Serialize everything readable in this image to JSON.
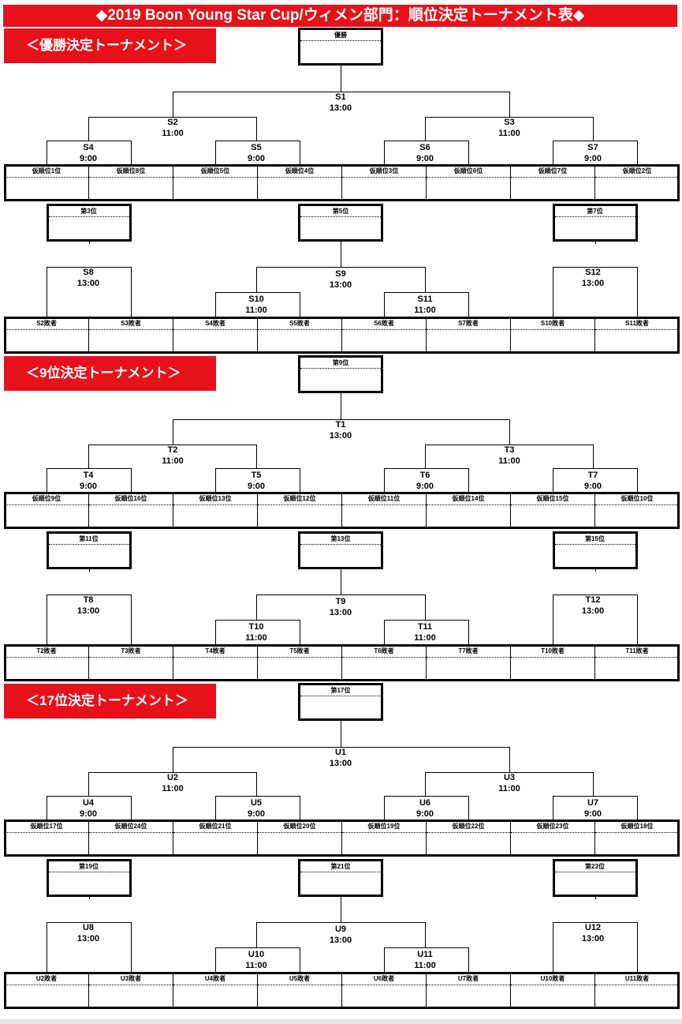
{
  "title": "◆2019 Boon Young Star Cup/ウィメン部門：順位決定トーナメント表◆",
  "sections": [
    {
      "banner": "＜優勝決定トーナメント＞",
      "top_box": "優勝",
      "r1": {
        "name": "S1",
        "time": "13:00"
      },
      "r2": [
        {
          "name": "S2",
          "time": "11:00"
        },
        {
          "name": "S3",
          "time": "11:00"
        }
      ],
      "r3": [
        {
          "name": "S4",
          "time": "9:00"
        },
        {
          "name": "S5",
          "time": "9:00"
        },
        {
          "name": "S6",
          "time": "9:00"
        },
        {
          "name": "S7",
          "time": "9:00"
        }
      ],
      "seeds": [
        "仮順位1位",
        "仮順位8位",
        "仮順位5位",
        "仮順位4位",
        "仮順位3位",
        "仮順位6位",
        "仮順位7位",
        "仮順位2位"
      ],
      "place_boxes": [
        "第3位",
        "第5位",
        "第7位"
      ],
      "cons": [
        {
          "name": "S8",
          "time": "13:00"
        },
        {
          "name": "S9",
          "time": "13:00"
        },
        {
          "name": "S10",
          "time": "11:00"
        },
        {
          "name": "S11",
          "time": "11:00"
        },
        {
          "name": "S12",
          "time": "13:00"
        }
      ],
      "losers": [
        "S2敗者",
        "S3敗者",
        "S4敗者",
        "S5敗者",
        "S6敗者",
        "S7敗者",
        "S10敗者",
        "S11敗者"
      ]
    },
    {
      "banner": "＜9位決定トーナメント＞",
      "top_box": "第9位",
      "r1": {
        "name": "T1",
        "time": "13:00"
      },
      "r2": [
        {
          "name": "T2",
          "time": "11:00"
        },
        {
          "name": "T3",
          "time": "11:00"
        }
      ],
      "r3": [
        {
          "name": "T4",
          "time": "9:00"
        },
        {
          "name": "T5",
          "time": "9:00"
        },
        {
          "name": "T6",
          "time": "9:00"
        },
        {
          "name": "T7",
          "time": "9:00"
        }
      ],
      "seeds": [
        "仮順位9位",
        "仮順位16位",
        "仮順位13位",
        "仮順位12位",
        "仮順位11位",
        "仮順位14位",
        "仮順位15位",
        "仮順位10位"
      ],
      "place_boxes": [
        "第11位",
        "第13位",
        "第15位"
      ],
      "cons": [
        {
          "name": "T8",
          "time": "13:00"
        },
        {
          "name": "T9",
          "time": "13:00"
        },
        {
          "name": "T10",
          "time": "11:00"
        },
        {
          "name": "T11",
          "time": "11:00"
        },
        {
          "name": "T12",
          "time": "13:00"
        }
      ],
      "losers": [
        "T2敗者",
        "T3敗者",
        "T4敗者",
        "T5敗者",
        "T6敗者",
        "T7敗者",
        "T10敗者",
        "T11敗者"
      ]
    },
    {
      "banner": "＜17位決定トーナメント＞",
      "top_box": "第17位",
      "r1": {
        "name": "U1",
        "time": "13:00"
      },
      "r2": [
        {
          "name": "U2",
          "time": "11:00"
        },
        {
          "name": "U3",
          "time": "11:00"
        }
      ],
      "r3": [
        {
          "name": "U4",
          "time": "9:00"
        },
        {
          "name": "U5",
          "time": "9:00"
        },
        {
          "name": "U6",
          "time": "9:00"
        },
        {
          "name": "U7",
          "time": "9:00"
        }
      ],
      "seeds": [
        "仮順位17位",
        "仮順位24位",
        "仮順位21位",
        "仮順位20位",
        "仮順位19位",
        "仮順位22位",
        "仮順位23位",
        "仮順位18位"
      ],
      "place_boxes": [
        "第19位",
        "第21位",
        "第23位"
      ],
      "cons": [
        {
          "name": "U8",
          "time": "13:00"
        },
        {
          "name": "U9",
          "time": "13:00"
        },
        {
          "name": "U10",
          "time": "11:00"
        },
        {
          "name": "U11",
          "time": "11:00"
        },
        {
          "name": "U12",
          "time": "13:00"
        }
      ],
      "losers": [
        "U2敗者",
        "U3敗者",
        "U4敗者",
        "U5敗者",
        "U6敗者",
        "U7敗者",
        "U10敗者",
        "U11敗者"
      ]
    }
  ]
}
